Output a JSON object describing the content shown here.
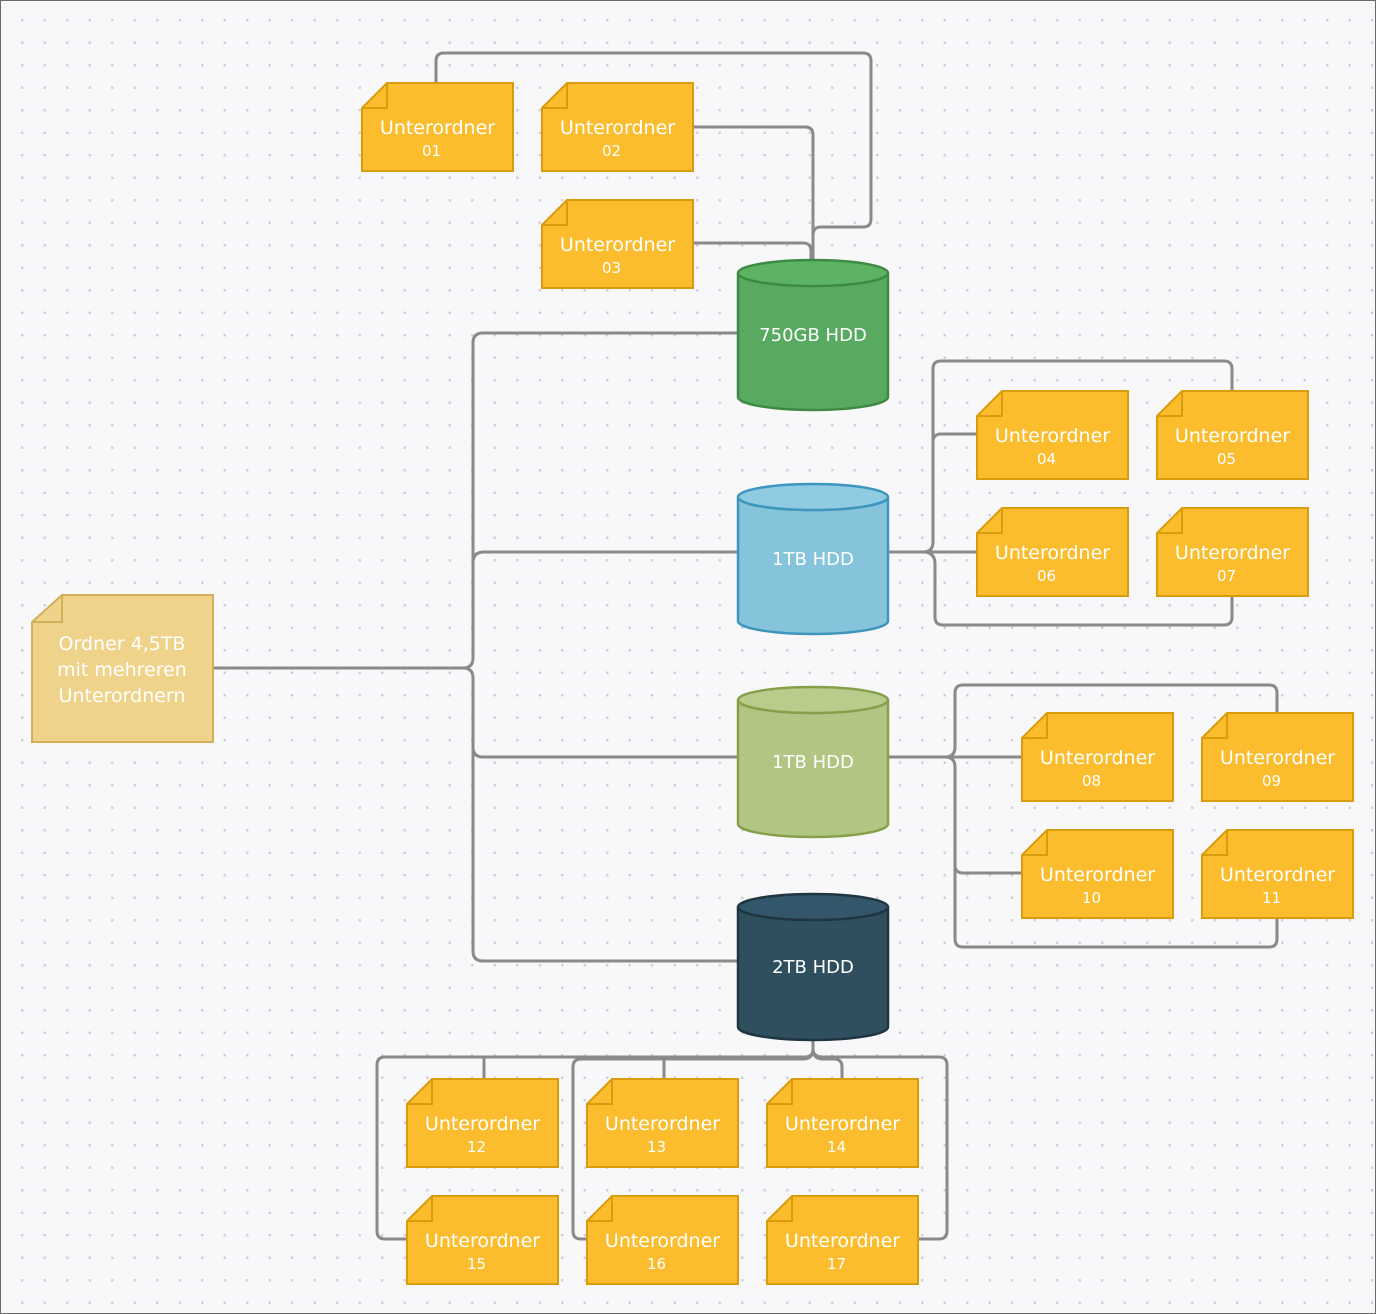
{
  "root": {
    "lines": [
      "Ordner 4,5TB",
      "mit mehreren",
      "Unterordnern"
    ],
    "fill": "#f0d38b",
    "stroke": "#d2b05a"
  },
  "drives": [
    {
      "id": "hdd-750gb",
      "label": "750GB HDD",
      "fill": "#57aa5f",
      "stroke": "#3e8a44",
      "top": "#5cb364"
    },
    {
      "id": "hdd-1tb-a",
      "label": "1TB HDD",
      "fill": "#86c4dc",
      "stroke": "#3e95bd",
      "top": "#8fcbe2"
    },
    {
      "id": "hdd-1tb-b",
      "label": "1TB HDD",
      "fill": "#b2c683",
      "stroke": "#86a04a",
      "top": "#b9cc8b"
    },
    {
      "id": "hdd-2tb",
      "label": "2TB HDD",
      "fill": "#2f4f5f",
      "stroke": "#1f3540",
      "top": "#33566a"
    }
  ],
  "subfolder_label": "Unterordner",
  "subfolders": [
    {
      "num": "01",
      "drive": "750GB HDD"
    },
    {
      "num": "02",
      "drive": "750GB HDD"
    },
    {
      "num": "03",
      "drive": "750GB HDD"
    },
    {
      "num": "04",
      "drive": "1TB HDD"
    },
    {
      "num": "05",
      "drive": "1TB HDD"
    },
    {
      "num": "06",
      "drive": "1TB HDD"
    },
    {
      "num": "07",
      "drive": "1TB HDD"
    },
    {
      "num": "08",
      "drive": "1TB HDD"
    },
    {
      "num": "09",
      "drive": "1TB HDD"
    },
    {
      "num": "10",
      "drive": "1TB HDD"
    },
    {
      "num": "11",
      "drive": "1TB HDD"
    },
    {
      "num": "12",
      "drive": "2TB HDD"
    },
    {
      "num": "13",
      "drive": "2TB HDD"
    },
    {
      "num": "14",
      "drive": "2TB HDD"
    },
    {
      "num": "15",
      "drive": "2TB HDD"
    },
    {
      "num": "16",
      "drive": "2TB HDD"
    },
    {
      "num": "17",
      "drive": "2TB HDD"
    }
  ],
  "colors": {
    "note_fill": "#fbbd2e",
    "note_stroke": "#d99c0c",
    "connector": "#8a8a8a",
    "grid_dot": "#cfcfd6"
  }
}
